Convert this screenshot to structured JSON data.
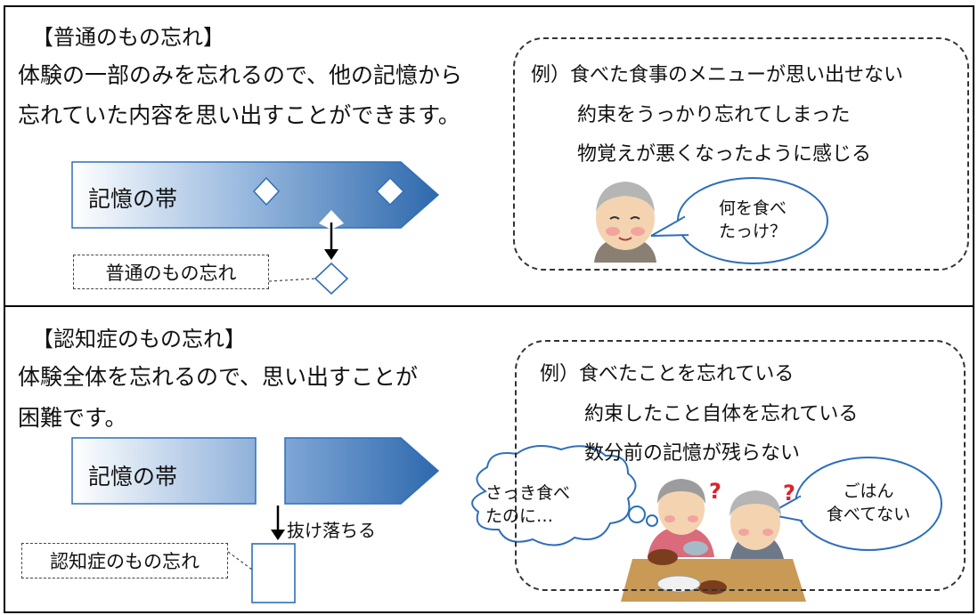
{
  "normal": {
    "heading": "【普通のもの忘れ】",
    "description_line1": "体験の一部のみを忘れるので、他の記憶から",
    "description_line2": "忘れていた内容を思い出すことができます。",
    "band_label": "記憶の帯",
    "forgetting_label": "普通のもの忘れ",
    "examples": [
      "例）食べた食事のメニューが思い出せない",
      "約束をうっかり忘れてしまった",
      "物覚えが悪くなったように感じる"
    ],
    "speech_line1": "何を食べ",
    "speech_line2": "たっけ？"
  },
  "dementia": {
    "heading": "【認知症のもの忘れ】",
    "description_line1": "体験全体を忘れるので、思い出すことが",
    "description_line2": "困難です。",
    "band_label": "記憶の帯",
    "dropout_label": "抜け落ちる",
    "forgetting_label": "認知症のもの忘れ",
    "examples": [
      "例）食べたことを忘れている",
      "約束したこと自体を忘れている",
      "数分前の記憶が残らない"
    ],
    "thought_line1": "さっき食べ",
    "thought_line2": "たのに…",
    "speech_line1": "ごはん",
    "speech_line2": "食べてない"
  },
  "colors": {
    "band_dark": "#2e69ad",
    "band_light": "#ffffff",
    "outline": "#2e6fb8",
    "skin": "#f4d3b0"
  }
}
